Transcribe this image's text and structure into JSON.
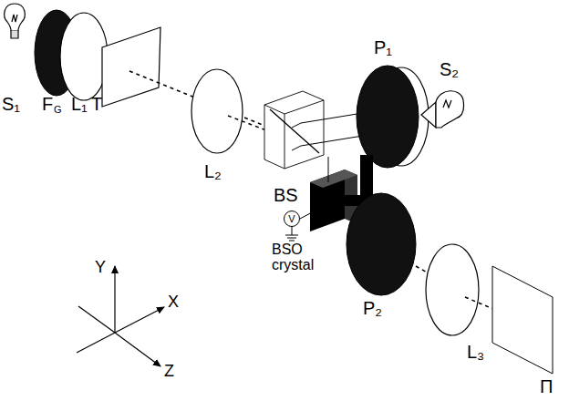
{
  "diagram": {
    "nodes": [
      {
        "text": [
          "V"
        ]
      }
    ],
    "labels": [
      "S₁",
      "F",
      "G",
      "L₁",
      "T",
      "L₂",
      "BS",
      "P₁",
      "S₂",
      "P₂",
      "BSO crystal",
      "L₃",
      "Π",
      "Y",
      "X",
      "Z"
    ]
  }
}
